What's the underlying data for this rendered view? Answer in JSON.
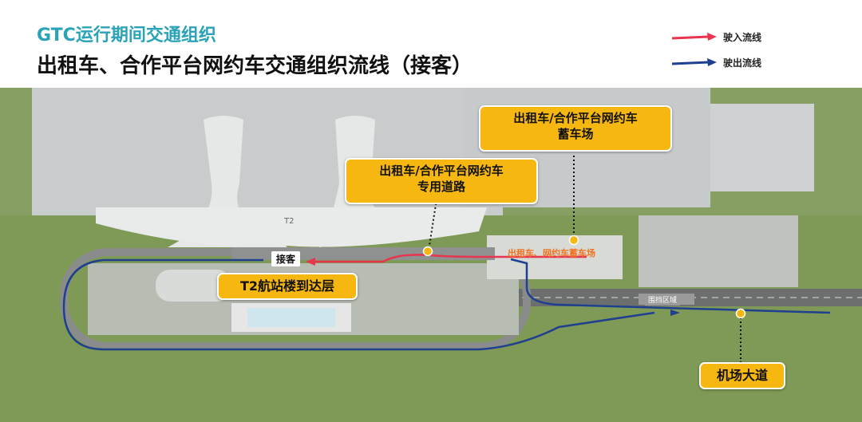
{
  "header": {
    "subtitle": "GTC运行期间交通组织",
    "title": "出租车、合作平台网约车交通组织流线（接客）"
  },
  "legend": [
    {
      "label": "驶入流线",
      "color": "#e8344e"
    },
    {
      "label": "驶出流线",
      "color": "#1f3f8f"
    }
  ],
  "callouts": {
    "reservoir": "出租车/合作平台网约车\n蓄车场",
    "dedicated_road": "出租车/合作平台网约车\n专用道路",
    "arrivals": "T2航站楼到达层",
    "avenue": "机场大道"
  },
  "labels": {
    "pickup": "接客",
    "reservoir_area": "出租车、网约车蓄车场",
    "fenced_area": "围挡区域",
    "terminal": "T2"
  },
  "colors": {
    "inbound": "#e8344e",
    "outbound": "#1f3f8f",
    "callout": "#f7b711",
    "title_accent": "#2aa3b8"
  }
}
